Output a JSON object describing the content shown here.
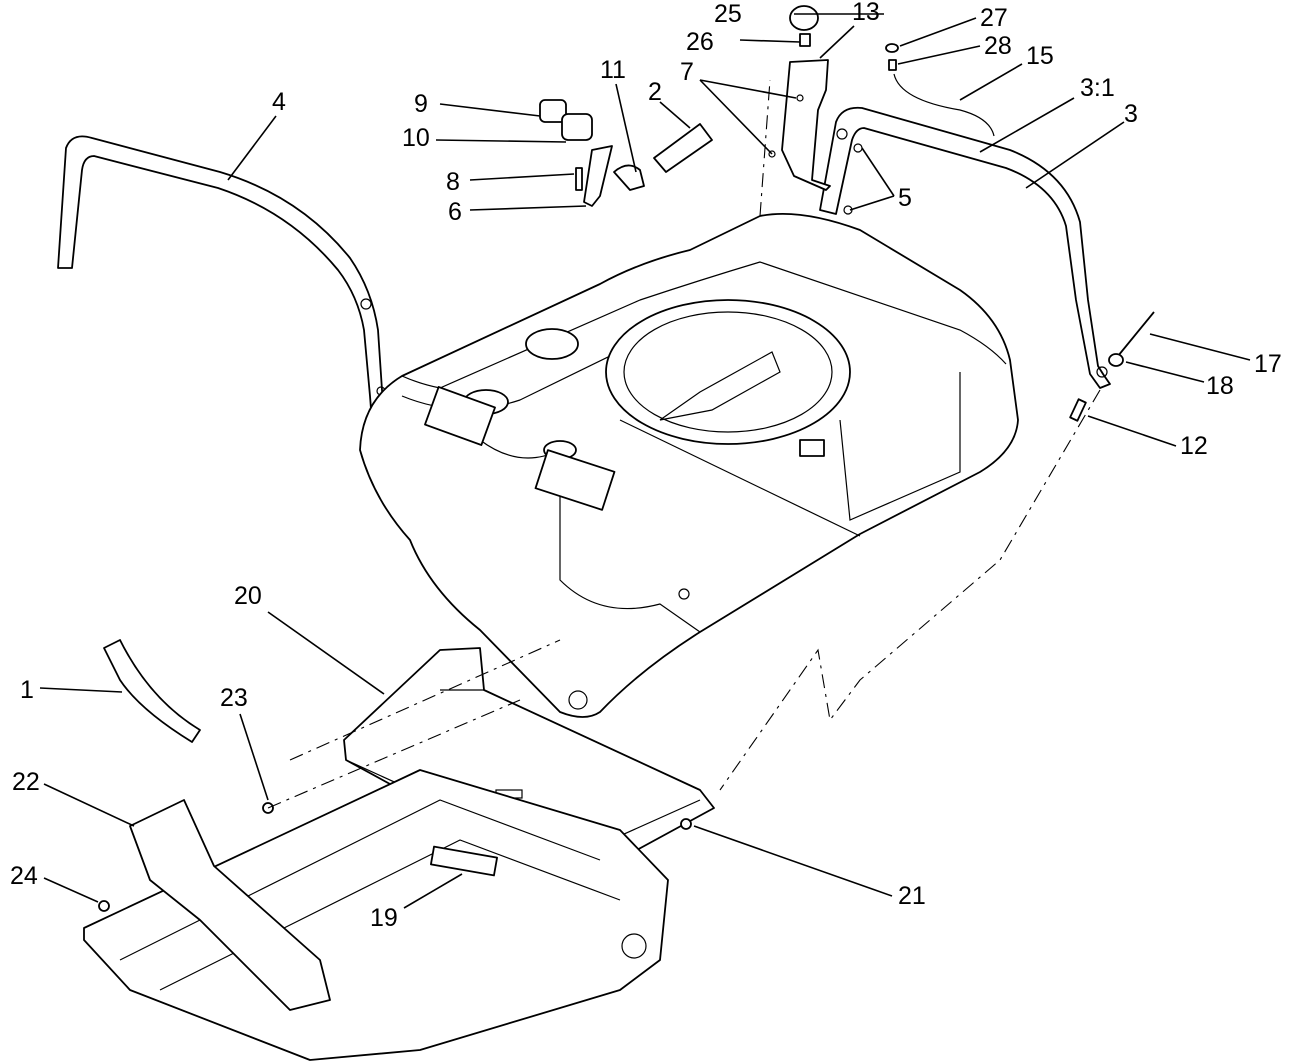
{
  "diagram": {
    "type": "exploded-parts-view",
    "callouts": [
      {
        "id": "c25",
        "label": "25"
      },
      {
        "id": "c13",
        "label": "13"
      },
      {
        "id": "c27",
        "label": "27"
      },
      {
        "id": "c26",
        "label": "26"
      },
      {
        "id": "c28",
        "label": "28"
      },
      {
        "id": "c15",
        "label": "15"
      },
      {
        "id": "c11",
        "label": "11"
      },
      {
        "id": "c7",
        "label": "7"
      },
      {
        "id": "c4",
        "label": "4"
      },
      {
        "id": "c9",
        "label": "9"
      },
      {
        "id": "c2",
        "label": "2"
      },
      {
        "id": "c31",
        "label": "3:1"
      },
      {
        "id": "c3",
        "label": "3"
      },
      {
        "id": "c10",
        "label": "10"
      },
      {
        "id": "c8",
        "label": "8"
      },
      {
        "id": "c5",
        "label": "5"
      },
      {
        "id": "c6",
        "label": "6"
      },
      {
        "id": "c17",
        "label": "17"
      },
      {
        "id": "c18",
        "label": "18"
      },
      {
        "id": "c12",
        "label": "12"
      },
      {
        "id": "c20",
        "label": "20"
      },
      {
        "id": "c1",
        "label": "1"
      },
      {
        "id": "c23",
        "label": "23"
      },
      {
        "id": "c22",
        "label": "22"
      },
      {
        "id": "c24",
        "label": "24"
      },
      {
        "id": "c21",
        "label": "21"
      },
      {
        "id": "c19",
        "label": "19"
      }
    ]
  }
}
